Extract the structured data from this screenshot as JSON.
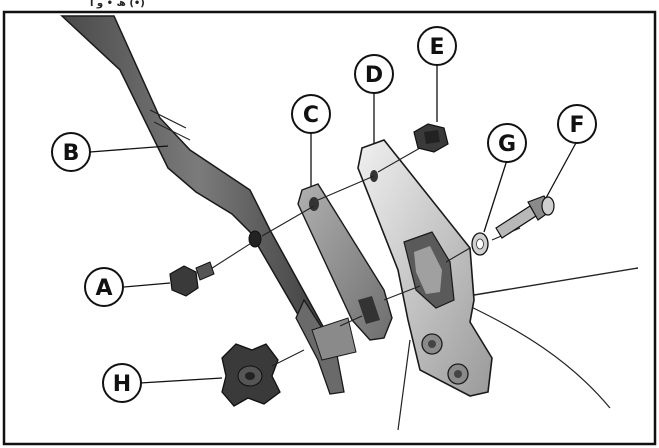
{
  "header": {
    "caption": "‎‬ھ‌ • و ا (•)"
  },
  "callouts": {
    "A": "A",
    "B": "B",
    "C": "C",
    "D": "D",
    "E": "E",
    "F": "F",
    "G": "G",
    "H": "H"
  },
  "colors": {
    "metal_dark": "#5a5a5a",
    "metal_mid": "#8a8a8a",
    "metal_light": "#c8c8c8",
    "outline": "#1a1a1a",
    "frame": "#111111"
  }
}
